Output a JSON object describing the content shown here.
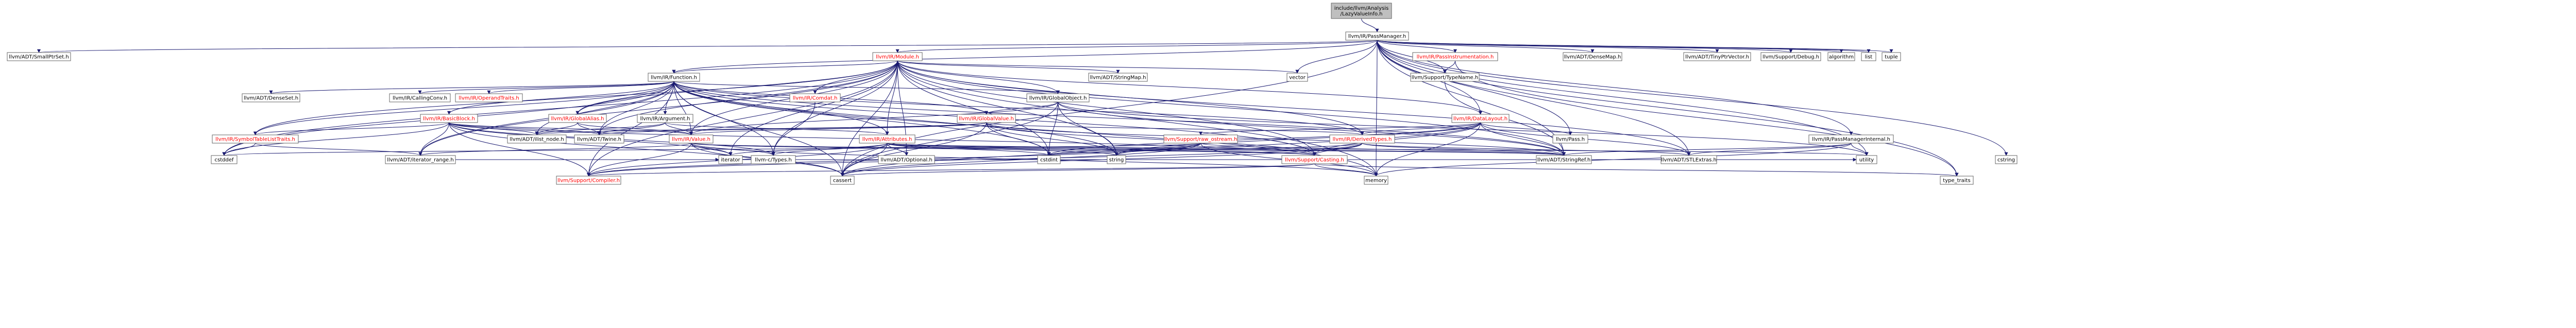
{
  "diagram": {
    "nodes": [
      {
        "id": "root",
        "label": [
          "include/llvm/Analysis",
          "/LazyValueInfo.h"
        ],
        "kind": "root"
      },
      {
        "id": "passmanager",
        "label": [
          "llvm/IR/PassManager.h"
        ],
        "kind": "normal"
      },
      {
        "id": "smallptrset",
        "label": [
          "llvm/ADT/SmallPtrSet.h"
        ],
        "kind": "plain"
      },
      {
        "id": "module",
        "label": [
          "llvm/IR/Module.h"
        ],
        "kind": "red"
      },
      {
        "id": "passinstr",
        "label": [
          "llvm/IR/PassInstrumentation.h"
        ],
        "kind": "red"
      },
      {
        "id": "densemap",
        "label": [
          "llvm/ADT/DenseMap.h"
        ],
        "kind": "plain"
      },
      {
        "id": "tinyptrvector",
        "label": [
          "llvm/ADT/TinyPtrVector.h"
        ],
        "kind": "plain"
      },
      {
        "id": "debug",
        "label": [
          "llvm/Support/Debug.h"
        ],
        "kind": "normal"
      },
      {
        "id": "algorithm",
        "label": [
          "algorithm"
        ],
        "kind": "plain"
      },
      {
        "id": "list",
        "label": [
          "list"
        ],
        "kind": "plain"
      },
      {
        "id": "tuple",
        "label": [
          "tuple"
        ],
        "kind": "plain"
      },
      {
        "id": "function",
        "label": [
          "llvm/IR/Function.h"
        ],
        "kind": "normal"
      },
      {
        "id": "stringmap",
        "label": [
          "llvm/ADT/StringMap.h"
        ],
        "kind": "plain"
      },
      {
        "id": "vector",
        "label": [
          "vector"
        ],
        "kind": "plain"
      },
      {
        "id": "typename",
        "label": [
          "llvm/Support/TypeName.h"
        ],
        "kind": "normal"
      },
      {
        "id": "densesetlib",
        "label": [
          "llvm/ADT/DenseSet.h"
        ],
        "kind": "plain"
      },
      {
        "id": "callingconv",
        "label": [
          "llvm/IR/CallingConv.h"
        ],
        "kind": "normal"
      },
      {
        "id": "operandtraits",
        "label": [
          "llvm/IR/OperandTraits.h"
        ],
        "kind": "red"
      },
      {
        "id": "comdat",
        "label": [
          "llvm/IR/Comdat.h"
        ],
        "kind": "red"
      },
      {
        "id": "globalobject",
        "label": [
          "llvm/IR/GlobalObject.h"
        ],
        "kind": "normal"
      },
      {
        "id": "datalayout",
        "label": [
          "llvm/IR/DataLayout.h"
        ],
        "kind": "red"
      },
      {
        "id": "basicblock",
        "label": [
          "llvm/IR/BasicBlock.h"
        ],
        "kind": "red"
      },
      {
        "id": "globalalias",
        "label": [
          "llvm/IR/GlobalAlias.h"
        ],
        "kind": "red"
      },
      {
        "id": "argument",
        "label": [
          "llvm/IR/Argument.h"
        ],
        "kind": "normal"
      },
      {
        "id": "globalvalue",
        "label": [
          "llvm/IR/GlobalValue.h"
        ],
        "kind": "red"
      },
      {
        "id": "symboltable",
        "label": [
          "llvm/IR/SymbolTableListTraits.h"
        ],
        "kind": "red"
      },
      {
        "id": "ilistnode",
        "label": [
          "llvm/ADT/ilist_node.h"
        ],
        "kind": "plain"
      },
      {
        "id": "twine",
        "label": [
          "llvm/ADT/Twine.h"
        ],
        "kind": "plain"
      },
      {
        "id": "value",
        "label": [
          "llvm/IR/Value.h"
        ],
        "kind": "red"
      },
      {
        "id": "attributes",
        "label": [
          "llvm/IR/Attributes.h"
        ],
        "kind": "red"
      },
      {
        "id": "rawostream",
        "label": [
          "llvm/Support/raw_ostream.h"
        ],
        "kind": "red"
      },
      {
        "id": "derivedtypes",
        "label": [
          "llvm/IR/DerivedTypes.h"
        ],
        "kind": "red"
      },
      {
        "id": "hash",
        "label": [
          "llvm/Pass.h"
        ],
        "kind": "plain"
      },
      {
        "id": "pmi",
        "label": [
          "llvm/IR/PassManagerInternal.h"
        ],
        "kind": "normal"
      },
      {
        "id": "cstddef",
        "label": [
          "cstddef"
        ],
        "kind": "plain"
      },
      {
        "id": "iterator_range",
        "label": [
          "llvm/ADT/iterator_range.h"
        ],
        "kind": "plain"
      },
      {
        "id": "iterator",
        "label": [
          "iterator"
        ],
        "kind": "plain"
      },
      {
        "id": "ctypes",
        "label": [
          "llvm-c/Types.h"
        ],
        "kind": "plain"
      },
      {
        "id": "optional",
        "label": [
          "llvm/ADT/Optional.h"
        ],
        "kind": "plain"
      },
      {
        "id": "cstdint",
        "label": [
          "cstdint"
        ],
        "kind": "plain"
      },
      {
        "id": "string",
        "label": [
          "string"
        ],
        "kind": "plain"
      },
      {
        "id": "casting",
        "label": [
          "llvm/Support/Casting.h"
        ],
        "kind": "red"
      },
      {
        "id": "stringref",
        "label": [
          "llvm/ADT/StringRef.h"
        ],
        "kind": "plain"
      },
      {
        "id": "stlextras",
        "label": [
          "llvm/ADT/STLExtras.h"
        ],
        "kind": "plain"
      },
      {
        "id": "utility",
        "label": [
          "utility"
        ],
        "kind": "plain"
      },
      {
        "id": "cstring",
        "label": [
          "cstring"
        ],
        "kind": "plain"
      },
      {
        "id": "compiler",
        "label": [
          "llvm/Support/Compiler.h"
        ],
        "kind": "red"
      },
      {
        "id": "cassert",
        "label": [
          "cassert"
        ],
        "kind": "plain"
      },
      {
        "id": "memory",
        "label": [
          "memory"
        ],
        "kind": "plain"
      },
      {
        "id": "typetraits",
        "label": [
          "type_traits"
        ],
        "kind": "plain"
      }
    ],
    "edges": [
      [
        "root",
        "passmanager"
      ],
      [
        "passmanager",
        "smallptrset"
      ],
      [
        "passmanager",
        "module"
      ],
      [
        "passmanager",
        "passinstr"
      ],
      [
        "passmanager",
        "densemap"
      ],
      [
        "passmanager",
        "tinyptrvector"
      ],
      [
        "passmanager",
        "debug"
      ],
      [
        "passmanager",
        "algorithm"
      ],
      [
        "passmanager",
        "list"
      ],
      [
        "passmanager",
        "tuple"
      ],
      [
        "passmanager",
        "function"
      ],
      [
        "passmanager",
        "vector"
      ],
      [
        "passmanager",
        "typename"
      ],
      [
        "passmanager",
        "pmi"
      ],
      [
        "passmanager",
        "stringref"
      ],
      [
        "passmanager",
        "utility"
      ],
      [
        "passmanager",
        "cstring"
      ],
      [
        "passmanager",
        "memory"
      ],
      [
        "passmanager",
        "typetraits"
      ],
      [
        "passmanager",
        "cassert"
      ],
      [
        "passmanager",
        "hash"
      ],
      [
        "passmanager",
        "datalayout"
      ],
      [
        "passmanager",
        "stlextras"
      ],
      [
        "passinstr",
        "typename"
      ],
      [
        "passinstr",
        "typetraits"
      ],
      [
        "typename",
        "stringref"
      ],
      [
        "module",
        "function"
      ],
      [
        "module",
        "stringmap"
      ],
      [
        "module",
        "vector"
      ],
      [
        "module",
        "comdat"
      ],
      [
        "module",
        "globalobject"
      ],
      [
        "module",
        "datalayout"
      ],
      [
        "module",
        "globalalias"
      ],
      [
        "module",
        "attributes"
      ],
      [
        "module",
        "string"
      ],
      [
        "module",
        "cstddef"
      ],
      [
        "module",
        "iterator_range"
      ],
      [
        "module",
        "iterator"
      ],
      [
        "module",
        "ctypes"
      ],
      [
        "module",
        "optional"
      ],
      [
        "module",
        "cstdint"
      ],
      [
        "module",
        "stringref"
      ],
      [
        "module",
        "stlextras"
      ],
      [
        "module",
        "memory"
      ],
      [
        "module",
        "symboltable"
      ],
      [
        "module",
        "twine"
      ],
      [
        "module",
        "cassert"
      ],
      [
        "module",
        "compiler"
      ],
      [
        "module",
        "casting"
      ],
      [
        "module",
        "derivedtypes"
      ],
      [
        "module",
        "value"
      ],
      [
        "function",
        "densesetlib"
      ],
      [
        "function",
        "callingconv"
      ],
      [
        "function",
        "operandtraits"
      ],
      [
        "function",
        "basicblock"
      ],
      [
        "function",
        "globalalias"
      ],
      [
        "function",
        "argument"
      ],
      [
        "function",
        "globalobject"
      ],
      [
        "function",
        "globalvalue"
      ],
      [
        "function",
        "symboltable"
      ],
      [
        "function",
        "ilistnode"
      ],
      [
        "function",
        "twine"
      ],
      [
        "function",
        "value"
      ],
      [
        "function",
        "attributes"
      ],
      [
        "function",
        "derivedtypes"
      ],
      [
        "function",
        "string"
      ],
      [
        "function",
        "cstddef"
      ],
      [
        "function",
        "iterator_range"
      ],
      [
        "function",
        "ctypes"
      ],
      [
        "function",
        "cstdint"
      ],
      [
        "function",
        "stringref"
      ],
      [
        "function",
        "compiler"
      ],
      [
        "function",
        "casting"
      ],
      [
        "function",
        "memory"
      ],
      [
        "function",
        "cassert"
      ],
      [
        "comdat",
        "ctypes"
      ],
      [
        "globalobject",
        "globalvalue"
      ],
      [
        "globalobject",
        "value"
      ],
      [
        "globalobject",
        "stringref"
      ],
      [
        "globalobject",
        "utility"
      ],
      [
        "globalobject",
        "cstdint"
      ],
      [
        "globalobject",
        "string"
      ],
      [
        "globalobject",
        "cassert"
      ],
      [
        "datalayout",
        "derivedtypes"
      ],
      [
        "datalayout",
        "hash"
      ],
      [
        "datalayout",
        "stringref"
      ],
      [
        "datalayout",
        "casting"
      ],
      [
        "datalayout",
        "rawostream"
      ],
      [
        "datalayout",
        "cstdint"
      ],
      [
        "datalayout",
        "string"
      ],
      [
        "datalayout",
        "cassert"
      ],
      [
        "datalayout",
        "stlextras"
      ],
      [
        "datalayout",
        "memory"
      ],
      [
        "basicblock",
        "symboltable"
      ],
      [
        "basicblock",
        "ilistnode"
      ],
      [
        "basicblock",
        "twine"
      ],
      [
        "basicblock",
        "value"
      ],
      [
        "basicblock",
        "iterator_range"
      ],
      [
        "basicblock",
        "iterator"
      ],
      [
        "basicblock",
        "ctypes"
      ],
      [
        "basicblock",
        "cstddef"
      ],
      [
        "basicblock",
        "cassert"
      ],
      [
        "basicblock",
        "compiler"
      ],
      [
        "basicblock",
        "casting"
      ],
      [
        "globalalias",
        "ilistnode"
      ],
      [
        "globalalias",
        "twine"
      ],
      [
        "globalalias",
        "value"
      ],
      [
        "argument",
        "ilistnode"
      ],
      [
        "argument",
        "twine"
      ],
      [
        "argument",
        "value"
      ],
      [
        "argument",
        "attributes"
      ],
      [
        "globalvalue",
        "value"
      ],
      [
        "globalvalue",
        "derivedtypes"
      ],
      [
        "globalvalue",
        "twine"
      ],
      [
        "globalvalue",
        "ilistnode"
      ],
      [
        "globalvalue",
        "string"
      ],
      [
        "globalvalue",
        "cstdint"
      ],
      [
        "globalvalue",
        "cassert"
      ],
      [
        "globalvalue",
        "casting"
      ],
      [
        "globalvalue",
        "stringref"
      ],
      [
        "symboltable",
        "cstddef"
      ],
      [
        "symboltable",
        "iterator_range"
      ],
      [
        "value",
        "iterator_range"
      ],
      [
        "value",
        "iterator"
      ],
      [
        "value",
        "ctypes"
      ],
      [
        "value",
        "stringref"
      ],
      [
        "value",
        "casting"
      ],
      [
        "value",
        "cassert"
      ],
      [
        "value",
        "memory"
      ],
      [
        "value",
        "compiler"
      ],
      [
        "attributes",
        "ctypes"
      ],
      [
        "attributes",
        "optional"
      ],
      [
        "attributes",
        "stringref"
      ],
      [
        "attributes",
        "string"
      ],
      [
        "attributes",
        "cstdint"
      ],
      [
        "attributes",
        "cassert"
      ],
      [
        "attributes",
        "utility"
      ],
      [
        "attributes",
        "compiler"
      ],
      [
        "attributes",
        "iterator"
      ],
      [
        "attributes",
        "casting"
      ],
      [
        "rawostream",
        "stringref"
      ],
      [
        "rawostream",
        "cstddef"
      ],
      [
        "rawostream",
        "cstdint"
      ],
      [
        "rawostream",
        "string"
      ],
      [
        "rawostream",
        "cassert"
      ],
      [
        "rawostream",
        "compiler"
      ],
      [
        "rawostream",
        "memory"
      ],
      [
        "derivedtypes",
        "stringref"
      ],
      [
        "derivedtypes",
        "casting"
      ],
      [
        "derivedtypes",
        "cassert"
      ],
      [
        "derivedtypes",
        "cstdint"
      ],
      [
        "derivedtypes",
        "stlextras"
      ],
      [
        "derivedtypes",
        "compiler"
      ],
      [
        "pmi",
        "stringref"
      ],
      [
        "pmi",
        "stlextras"
      ],
      [
        "pmi",
        "memory"
      ],
      [
        "pmi",
        "utility"
      ],
      [
        "casting",
        "cassert"
      ],
      [
        "casting",
        "memory"
      ],
      [
        "casting",
        "typetraits"
      ],
      [
        "casting",
        "compiler"
      ],
      [
        "iterator_range",
        "utility"
      ],
      [
        "iterator_range",
        "iterator"
      ]
    ]
  },
  "colors": {
    "edge": "#191970",
    "node_border": "#666666",
    "root_fill": "#bfbfbf",
    "node_fill": "#ffffff",
    "text_normal": "#000000",
    "text_red": "#ff0000"
  }
}
